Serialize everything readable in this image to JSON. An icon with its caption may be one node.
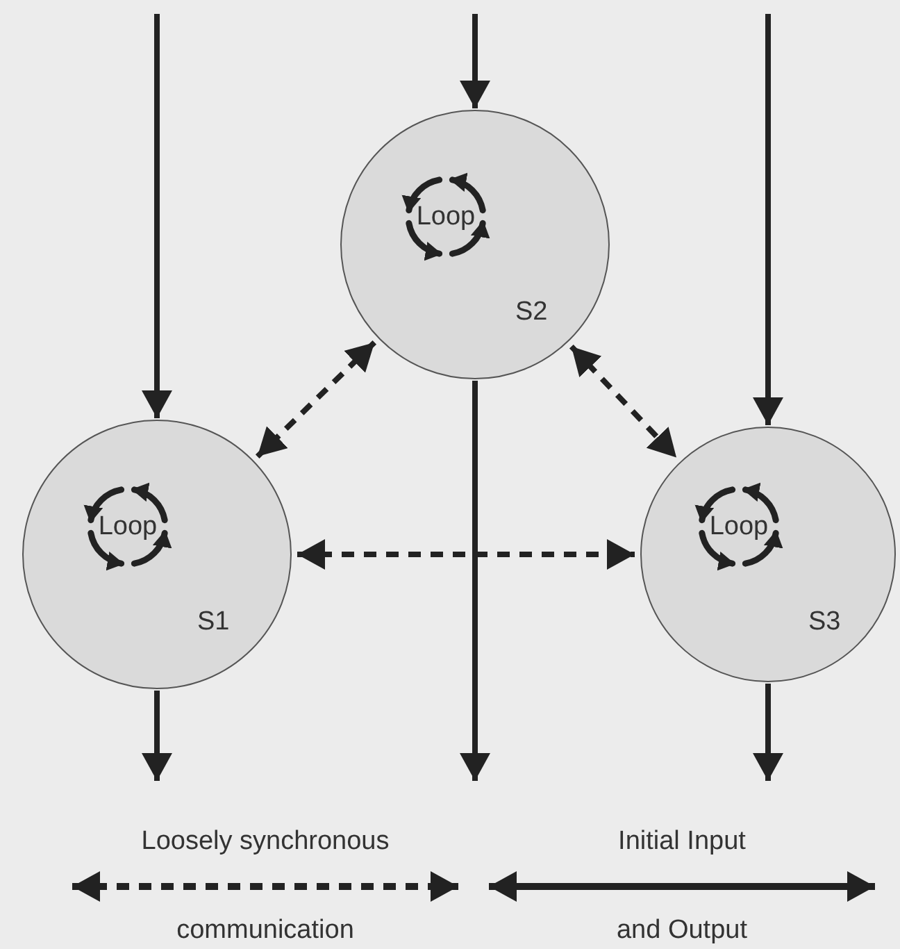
{
  "diagram": {
    "nodes": [
      {
        "text": [
          "Loop",
          "S2"
        ]
      },
      {
        "text": [
          "Loop",
          "S1"
        ]
      },
      {
        "text": [
          "Loop",
          "S3"
        ]
      }
    ],
    "edges": [
      {
        "from": null,
        "to": 1,
        "arrow": "to"
      },
      {
        "from": null,
        "to": 0,
        "arrow": "to"
      },
      {
        "from": null,
        "to": 2,
        "arrow": "to"
      },
      {
        "from": 0,
        "to": 1,
        "arrow": "both",
        "style": "dashed"
      },
      {
        "from": 0,
        "to": 2,
        "arrow": "both",
        "style": "dashed"
      },
      {
        "from": 1,
        "to": 2,
        "arrow": "both",
        "style": "dashed"
      },
      {
        "from": 1,
        "to": null,
        "arrow": "to"
      },
      {
        "from": 0,
        "to": null,
        "arrow": "to"
      },
      {
        "from": 2,
        "to": null,
        "arrow": "to"
      }
    ],
    "legend": [
      {
        "text": "Loosely synchronous communication"
      },
      {
        "text": "Initial Input and Output"
      }
    ]
  }
}
